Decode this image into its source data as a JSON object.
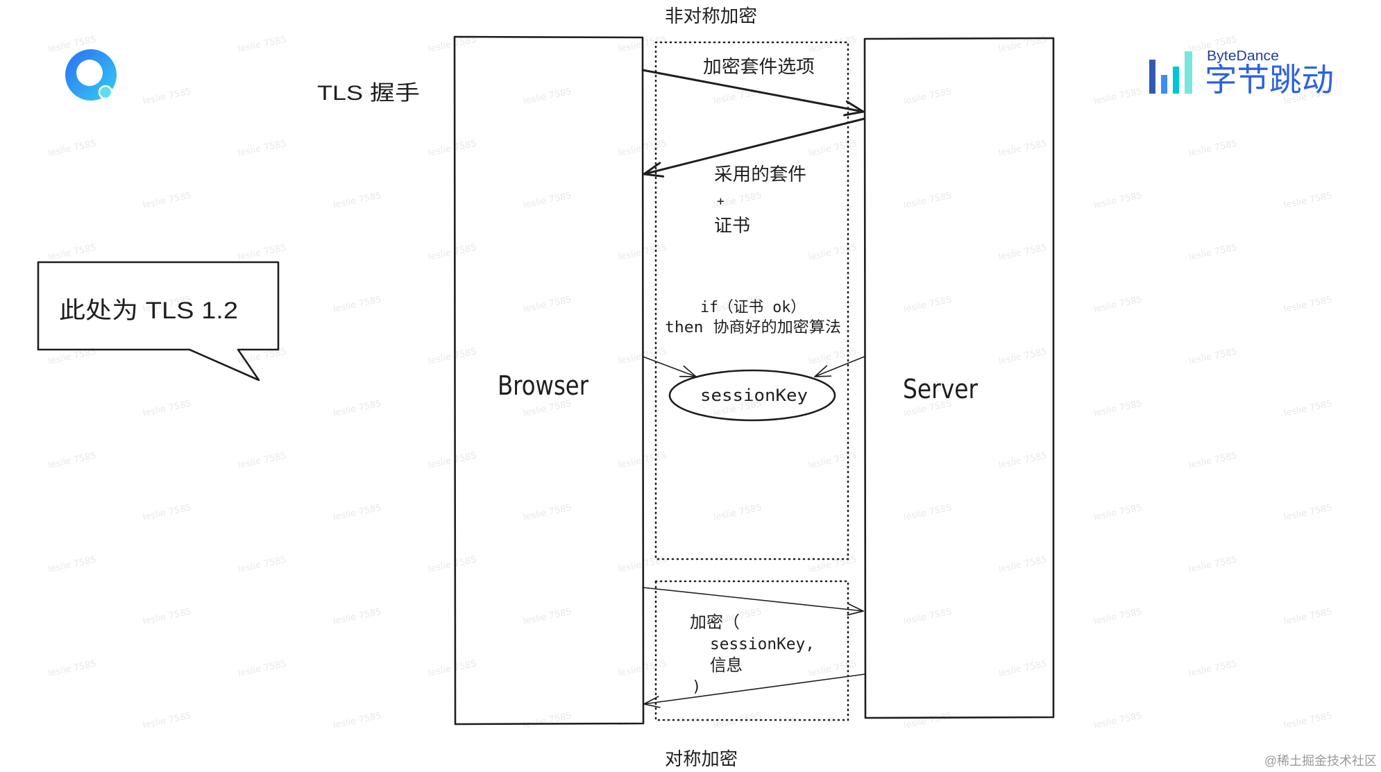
{
  "slide": {
    "title": "TLS 握手",
    "callout": "此处为 TLS 1.2",
    "footer": "@稀土掘金技术社区"
  },
  "brand": {
    "name_en": "ByteDance",
    "name_cn": "字节跳动"
  },
  "phases": {
    "asymmetric": "非对称加密",
    "symmetric": "对称加密"
  },
  "actors": {
    "browser": "Browser",
    "server": "Server"
  },
  "handshake": {
    "client_hello": "加密套件选项",
    "server_hello_line1": "采用的套件",
    "server_hello_line2": "+",
    "server_hello_line3": "证书",
    "negotiation_if": "if（证书 ok）",
    "negotiation_then": "then 协商好的加密算法",
    "shared_secret": "sessionKey"
  },
  "encrypted_exchange": {
    "line1": "加密（",
    "line2": "sessionKey,",
    "line3": "信息",
    "line4": ")"
  },
  "watermark": {
    "text": "leslie 7585"
  },
  "icons": {
    "app_logo": "ring-logo-icon",
    "brand_logo": "bytedance-bars-icon"
  },
  "colors": {
    "ink": "#1e1e1e",
    "logo_gradient_start": "#2a6ff5",
    "logo_gradient_end": "#36cdf3",
    "logo_dot": "#5cdcf5",
    "brand_text_en": "#1d3f9f",
    "brand_text_cn": "#2a63df",
    "brand_bars": [
      "#325ab4",
      "#3c8cff",
      "#00c8d2",
      "#78e6dc"
    ],
    "footer_text": "#9a9a9a",
    "watermark": "#d6d6d6"
  }
}
